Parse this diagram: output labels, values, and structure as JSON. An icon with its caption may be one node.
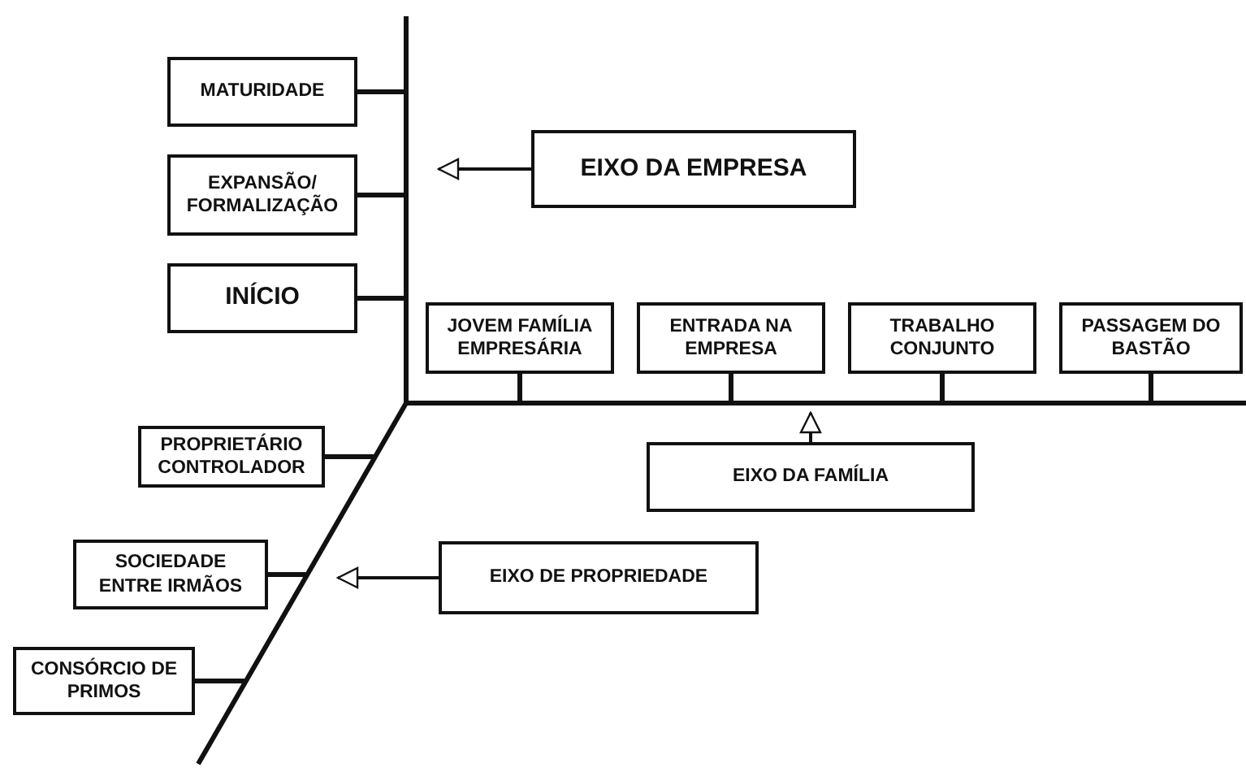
{
  "diagram": {
    "nodes": [
      {
        "text": [],
        "shape": "bar"
      },
      {
        "text": [
          "MATURIDADE"
        ]
      },
      {
        "text": [
          "EXPANSÃO/ FORMALIZAÇÃO"
        ]
      },
      {
        "text": [
          "EIXO DA EMPRESA"
        ]
      },
      {
        "text": [
          "INÍCIO"
        ]
      },
      {
        "text": [],
        "shape": "bar"
      },
      {
        "text": [
          "JOVEM FAMÍLIA EMPRESÁRIA"
        ]
      },
      {
        "text": [
          "ENTRADA NA EMPRESA"
        ]
      },
      {
        "text": [
          "TRABALHO CONJUNTO"
        ]
      },
      {
        "text": [
          "PASSAGEM DO BASTÃO"
        ]
      },
      {
        "text": [
          "PROPRIETÁRIO CONTROLADOR"
        ]
      },
      {
        "text": [
          "EIXO DA FAMÍLIA"
        ]
      },
      {
        "text": [],
        "shape": "bar"
      },
      {
        "text": [
          "SOCIEDADE ENTRE IRMÃOS"
        ]
      },
      {
        "text": [
          "EIXO DE PROPRIEDADE"
        ]
      },
      {
        "text": [
          "CONSÓRCIO DE PRIMOS"
        ]
      }
    ],
    "edges": [
      {
        "from": 1,
        "to": 0,
        "arrow": "none"
      },
      {
        "from": 2,
        "to": 0,
        "arrow": "none"
      },
      {
        "from": 4,
        "to": 0,
        "arrow": "none"
      },
      {
        "from": 3,
        "to": 0,
        "arrow": "to"
      },
      {
        "from": 6,
        "to": 5,
        "arrow": "none"
      },
      {
        "from": 7,
        "to": 5,
        "arrow": "none"
      },
      {
        "from": 8,
        "to": 5,
        "arrow": "none"
      },
      {
        "from": 9,
        "to": 5,
        "arrow": "none"
      },
      {
        "from": 11,
        "to": 5,
        "arrow": "to"
      },
      {
        "from": 10,
        "to": 12,
        "arrow": "none"
      },
      {
        "from": 13,
        "to": 12,
        "arrow": "none"
      },
      {
        "from": 15,
        "to": 12,
        "arrow": "none"
      },
      {
        "from": 14,
        "to": 12,
        "arrow": "to"
      }
    ]
  }
}
